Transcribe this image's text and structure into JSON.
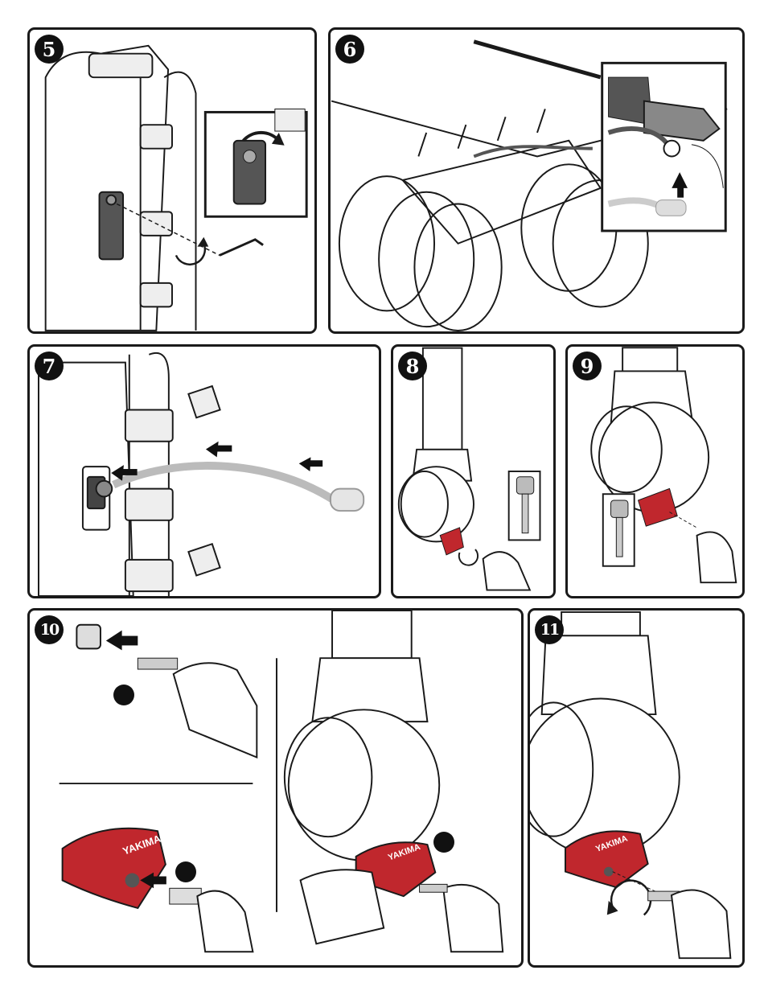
{
  "steps": [
    {
      "number": "5"
    },
    {
      "number": "6"
    },
    {
      "number": "7"
    },
    {
      "number": "8"
    },
    {
      "number": "9"
    },
    {
      "number": "10"
    },
    {
      "number": "11"
    }
  ],
  "lock_core": {
    "brand_text": "YAKIMA",
    "color": "#c0272d"
  },
  "colors": {
    "outline": "#1a1a1a",
    "body": "#ffffff",
    "shade": "#d9d9d9",
    "lock_red": "#c0272d",
    "arrow": "#111111"
  },
  "icons": [
    "hex-key-icon",
    "rotate-arrow-icon",
    "push-arrow-icon",
    "key-icon",
    "cable-lock-icon",
    "bicycle-icon",
    "hand-icon",
    "lock-cylinder-icon"
  ]
}
